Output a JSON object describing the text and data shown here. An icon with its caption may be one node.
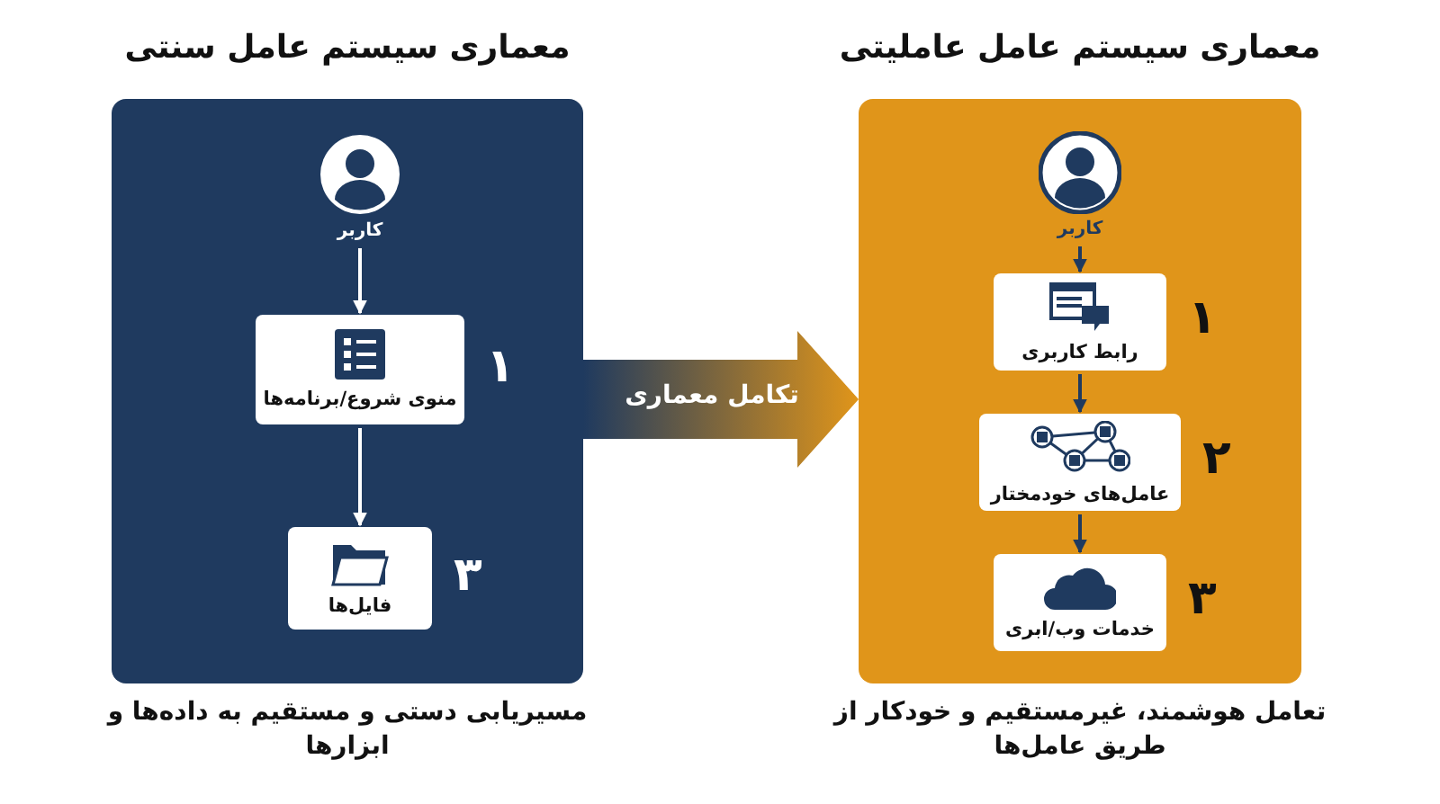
{
  "diagram": {
    "nodes": [
      {
        "text": [
          "معماری سیستم عامل سنتی"
        ],
        "beside": [
          "مسیریابی دستی و مستقیم به داده‌ها و ابزارها"
        ]
      },
      {
        "text": [
          "کاربر"
        ],
        "in": 0
      },
      {
        "text": [
          "منوی شروع/برنامه‌ها"
        ],
        "in": 0,
        "beside": [
          "۱"
        ]
      },
      {
        "text": [
          "فایل‌ها"
        ],
        "in": 0,
        "beside": [
          "۳"
        ]
      },
      {
        "text": [
          "معماری سیستم عامل عاملیتی"
        ],
        "beside": [
          "تعامل هوشمند، غیرمستقیم و خودکار از طریق عامل‌ها"
        ]
      },
      {
        "text": [
          "کاربر"
        ],
        "in": 4
      },
      {
        "text": [
          "رابط کاربری"
        ],
        "in": 4,
        "beside": [
          "۱"
        ]
      },
      {
        "text": [
          "عامل‌های خودمختار"
        ],
        "in": 4,
        "beside": [
          "۲"
        ]
      },
      {
        "text": [
          "خدمات وب/ابری"
        ],
        "in": 4,
        "beside": [
          "۳"
        ]
      }
    ],
    "edges": [
      {
        "from": 1,
        "to": 2,
        "arrow": "to",
        "color": "#ffffff"
      },
      {
        "from": 2,
        "to": 3,
        "arrow": "to",
        "color": "#ffffff"
      },
      {
        "from": 5,
        "to": 6,
        "arrow": "to"
      },
      {
        "from": 6,
        "to": 7,
        "arrow": "to"
      },
      {
        "from": 7,
        "to": 8,
        "arrow": "to"
      },
      {
        "from": 0,
        "to": 4,
        "arrow": "to",
        "label": "تکامل معماری",
        "style": "thick"
      }
    ]
  }
}
